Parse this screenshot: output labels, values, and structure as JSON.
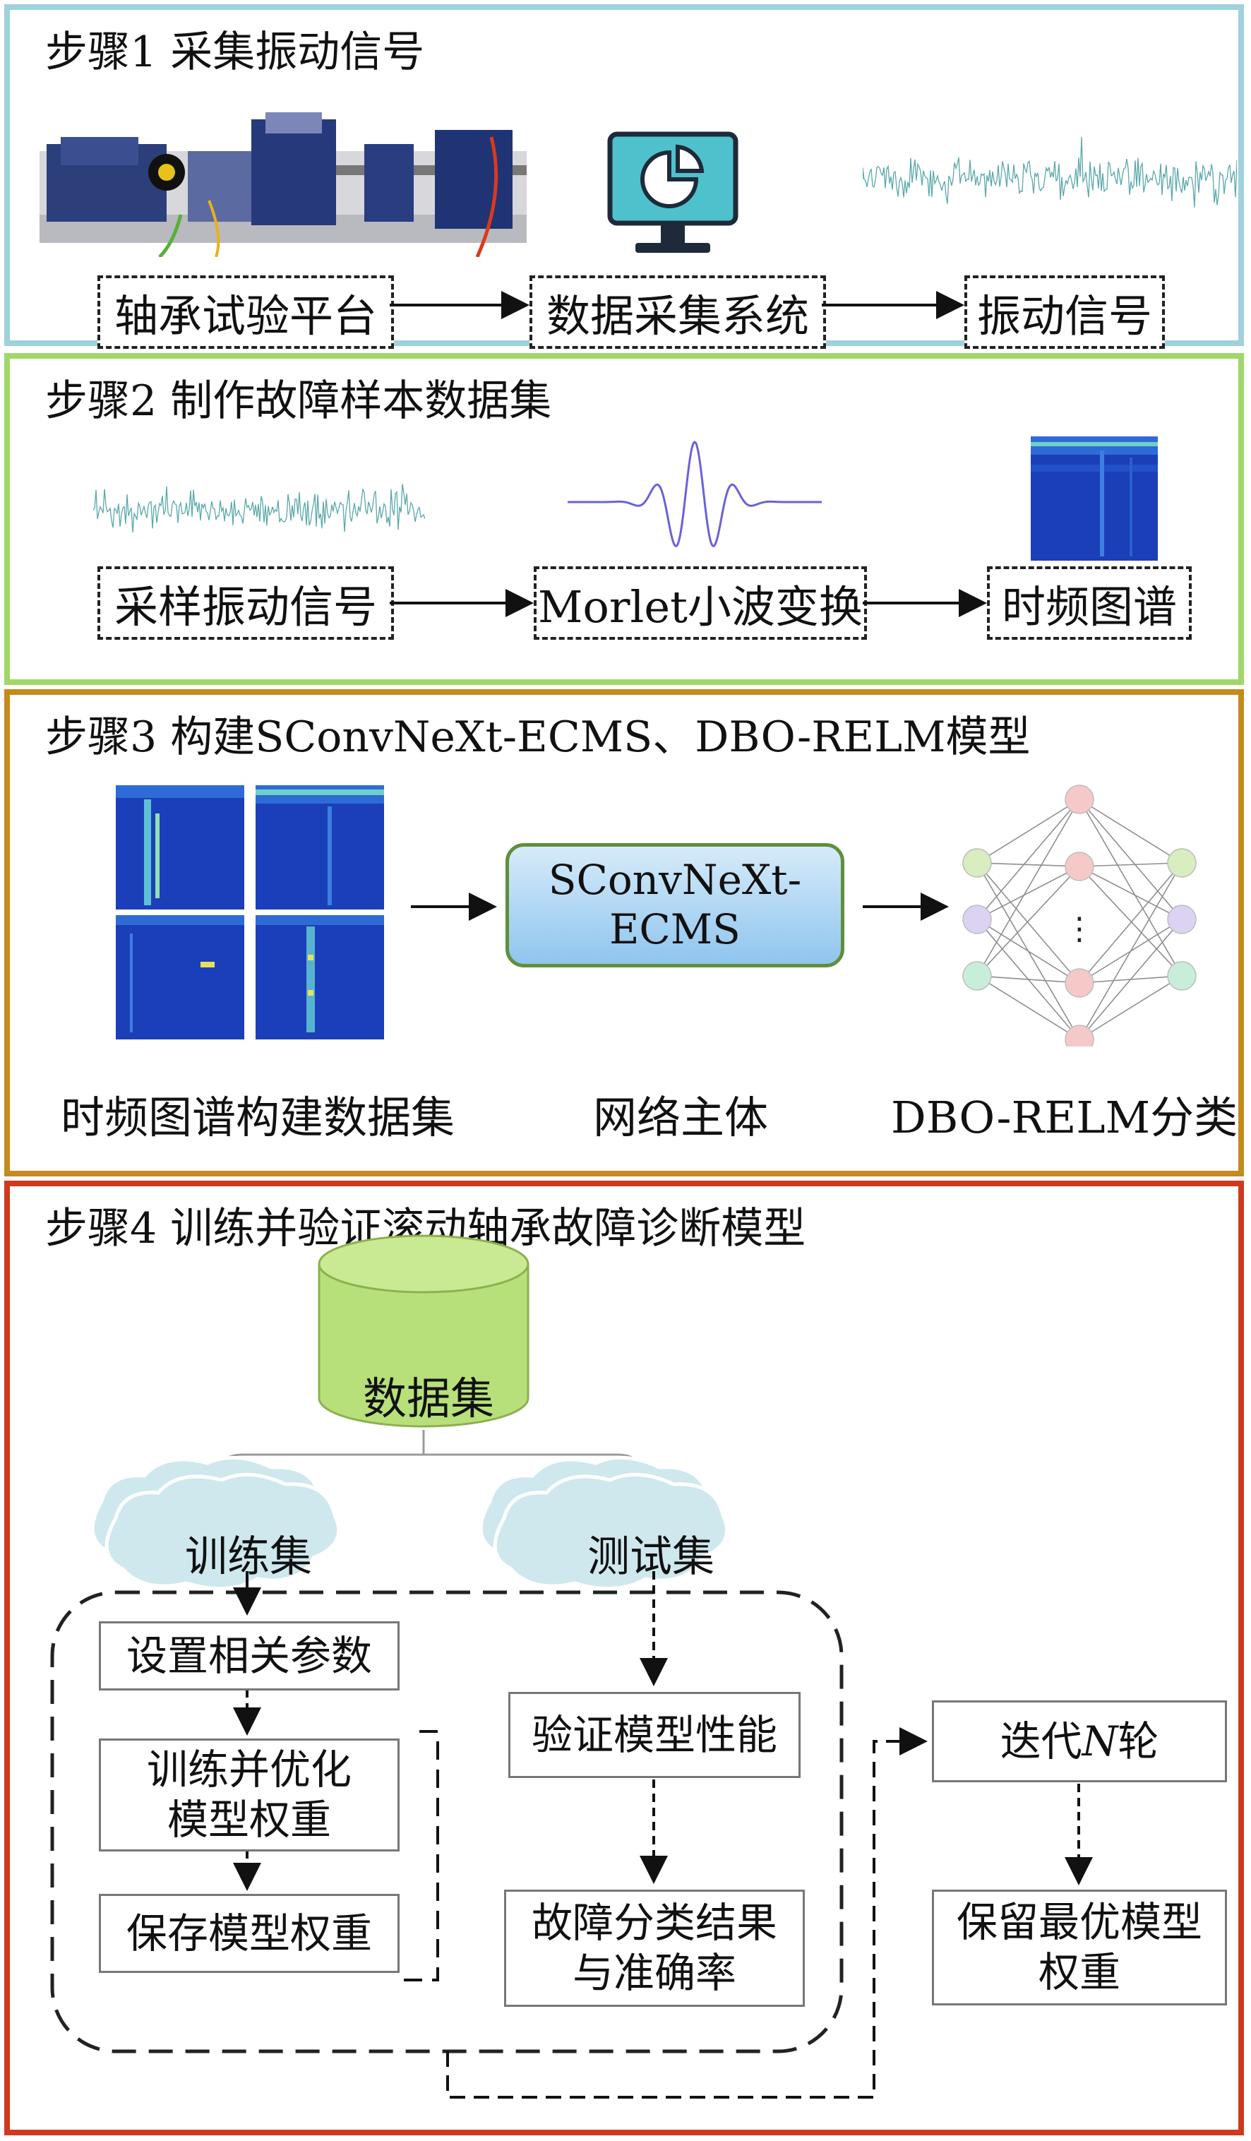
{
  "colors": {
    "step1_border": "#9ed1dc",
    "step2_border": "#9fd868",
    "step3_border": "#c48a1e",
    "step4_border": "#cf3a1e",
    "signal": "#5aa8aa",
    "spectrogram": "#1b3fb8",
    "network_box": "#a9d2f0",
    "network_border": "#5f8f3a",
    "database": "#b7e07a",
    "cloud": "#cfe8ee"
  },
  "step1": {
    "title": "步骤1  采集振动信号",
    "flow": [
      "轴承试验平台",
      "数据采集系统",
      "振动信号"
    ],
    "icons": [
      "test-rig-photo",
      "monitor-chart-icon",
      "vibration-waveform"
    ]
  },
  "step2": {
    "title": "步骤2  制作故障样本数据集",
    "flow": [
      "采样振动信号",
      "Morlet小波变换",
      "时频图谱"
    ],
    "icons": [
      "vibration-waveform",
      "morlet-wavelet",
      "spectrogram"
    ]
  },
  "step3": {
    "title": "步骤3  构建SConvNeXt-ECMS、DBO-RELM模型",
    "network_box": "SConvNeXt-\nECMS",
    "labels": [
      "时频图谱构建数据集",
      "网络主体",
      "DBO-RELM分类"
    ],
    "dots": "⋮"
  },
  "step4": {
    "title": "步骤4  训练并验证滚动轴承故障诊断模型",
    "dataset": "数据集",
    "train_set": "训练集",
    "test_set": "测试集",
    "left_boxes": [
      "设置相关参数",
      "训练并优化\n模型权重",
      "保存模型权重"
    ],
    "mid_boxes": [
      "验证模型性能",
      "故障分类结果\n与准确率"
    ],
    "right_boxes": [
      "迭代N轮",
      "保留最优模型\n权重"
    ],
    "iter_prefix": "迭代",
    "iter_n": "N",
    "iter_suffix": "轮"
  }
}
